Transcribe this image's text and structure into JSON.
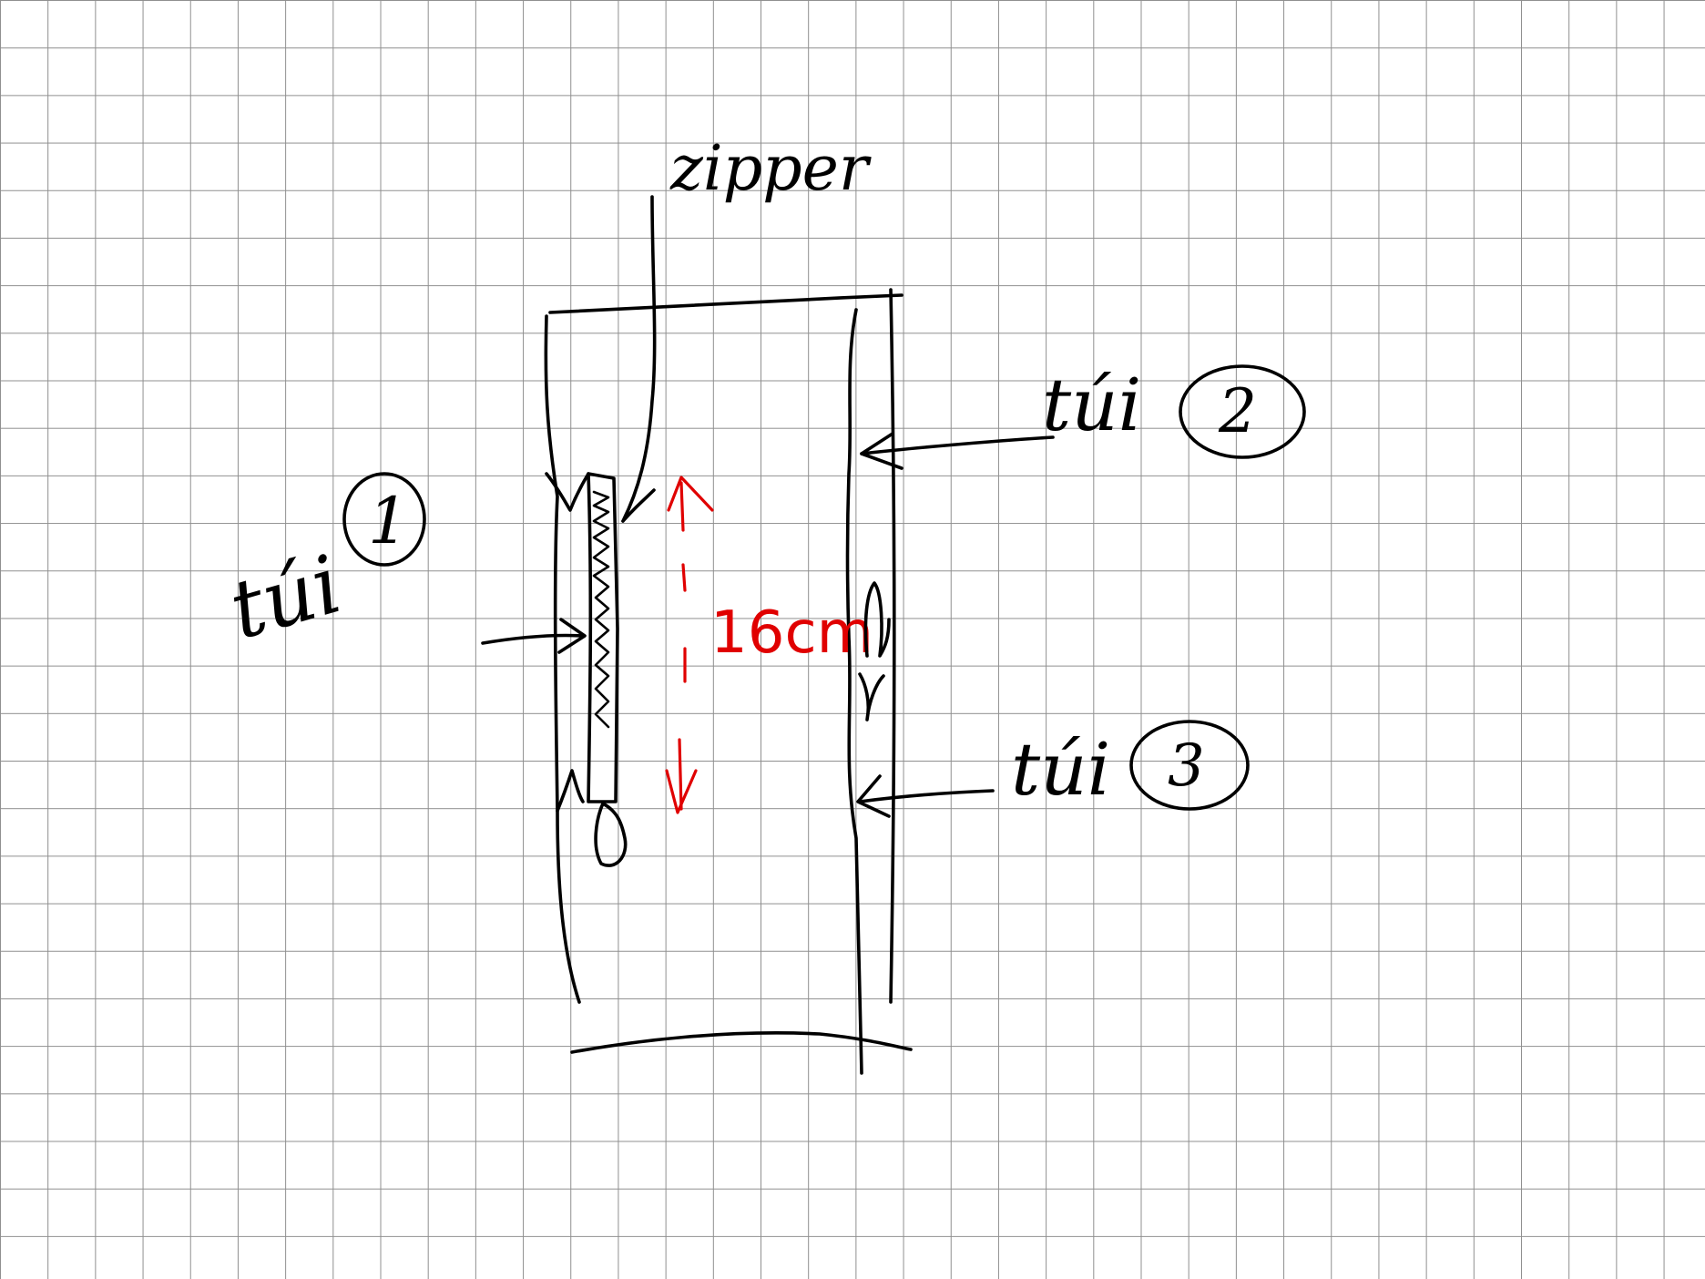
{
  "labels": {
    "zipper": "zipper",
    "measure": "16cm",
    "pocket_1": {
      "word": "túi",
      "number": "1"
    },
    "pocket_2": {
      "word": "túi",
      "number": "2"
    },
    "pocket_3": {
      "word": "túi",
      "number": "3"
    }
  },
  "colors": {
    "ink": "#000000",
    "annotation": "#e00000",
    "grid": "#8f8f8f",
    "paper": "#ffffff"
  }
}
